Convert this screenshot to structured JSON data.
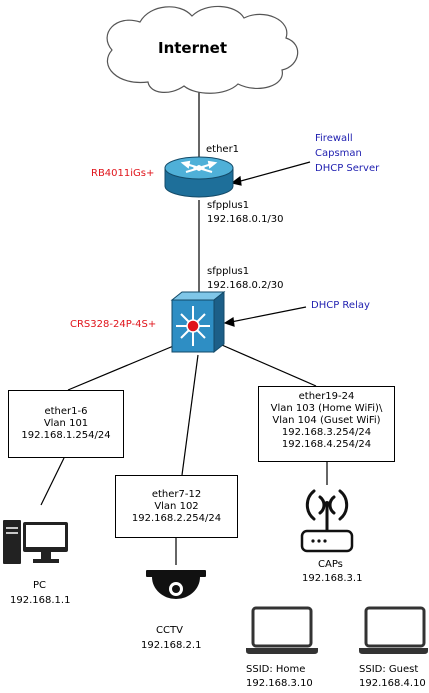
{
  "cloud": {
    "label": "Internet"
  },
  "router": {
    "name": "RB4011iGs+",
    "top_port": "ether1",
    "bottom_port": "sfpplus1",
    "bottom_ip": "192.168.0.1/30",
    "annotation_lines": [
      "Firewall",
      "Capsman",
      "DHCP Server"
    ]
  },
  "switch": {
    "name": "CRS328-24P-4S+",
    "top_port": "sfpplus1",
    "top_ip": "192.168.0.2/30",
    "annotation": "DHCP Relay"
  },
  "boxes": [
    {
      "lines": [
        "ether1-6",
        "Vlan 101",
        "192.168.1.254/24"
      ]
    },
    {
      "lines": [
        "ether7-12",
        "Vlan 102",
        "192.168.2.254/24"
      ]
    },
    {
      "lines": [
        "ether19-24",
        "Vlan 103 (Home WiFi)\\",
        "Vlan 104 (Guset WiFi)",
        "192.168.3.254/24",
        "192.168.4.254/24"
      ]
    }
  ],
  "devices": {
    "pc": {
      "name": "PC",
      "ip": "192.168.1.1"
    },
    "cctv": {
      "name": "CCTV",
      "ip": "192.168.2.1"
    },
    "cap": {
      "name": "CAPs",
      "ip": "192.168.3.1"
    },
    "laptop_home": {
      "name": "SSID: Home",
      "ip": "192.168.3.10"
    },
    "laptop_guest": {
      "name": "SSID: Guest",
      "ip": "192.168.4.10"
    }
  },
  "colors": {
    "device_name": "#e0141b",
    "annotation": "#1f1fb0",
    "router_fill": "#3d9fc8",
    "switch_fill": "#2e8ec4"
  }
}
